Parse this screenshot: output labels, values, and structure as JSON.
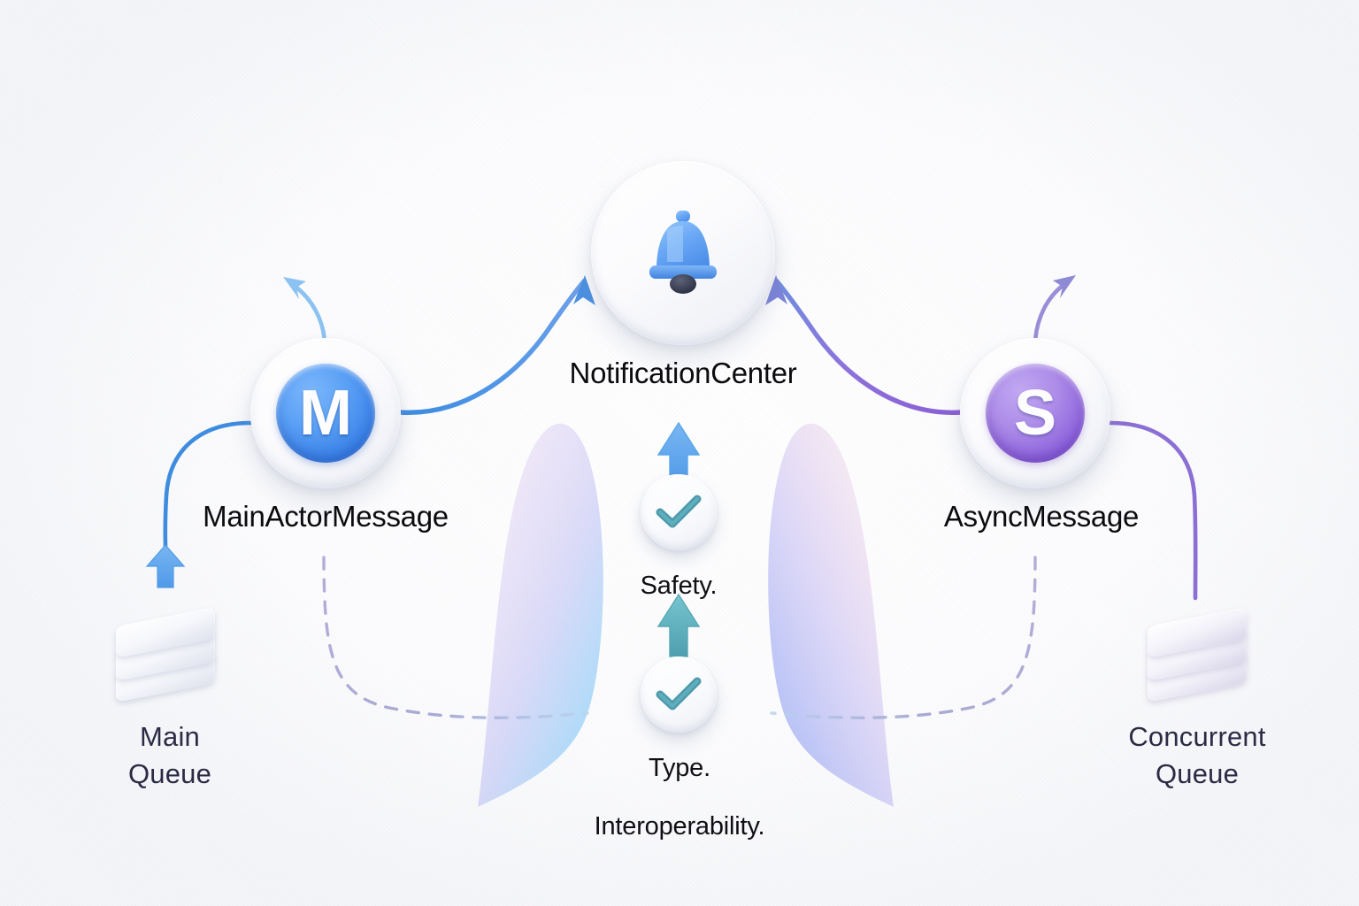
{
  "diagram": {
    "title_node": {
      "id": "notification-center",
      "label": "NotificationCenter",
      "icon": "bell-icon",
      "icon_color": "#5a9bf0"
    },
    "left_node": {
      "id": "main-actor-message",
      "label": "MainActorMessage",
      "badge_letter": "M",
      "badge_color": "#3b82e8"
    },
    "right_node": {
      "id": "async-message",
      "label": "AsyncMessage",
      "badge_letter": "S",
      "badge_color": "#8d63dc"
    },
    "left_queue": {
      "id": "main-queue",
      "line1": "Main",
      "line2": "Queue",
      "icon": "stack-icon",
      "accent_color": "#4a90e2"
    },
    "right_queue": {
      "id": "concurrent-queue",
      "line1": "Concurrent",
      "line2": "Queue",
      "icon": "stack-icon",
      "accent_color": "#8b6fd4"
    },
    "center_items": [
      {
        "icon": "check-icon",
        "label": "Safety.",
        "check_color": "#4c9aab",
        "arrow_color": "#5aa6ea"
      },
      {
        "icon": "check-icon",
        "label": "Type.",
        "check_color": "#4c9aab",
        "arrow_color": "#57a8b4"
      }
    ],
    "footer_label": "Interoperability.",
    "colors": {
      "background": "#fafbfc",
      "blue": "#4a90e2",
      "purple": "#8b6fd4",
      "teal": "#4c9aab",
      "text_dark": "#0c0c10",
      "text_slate": "#2c2b46"
    }
  }
}
